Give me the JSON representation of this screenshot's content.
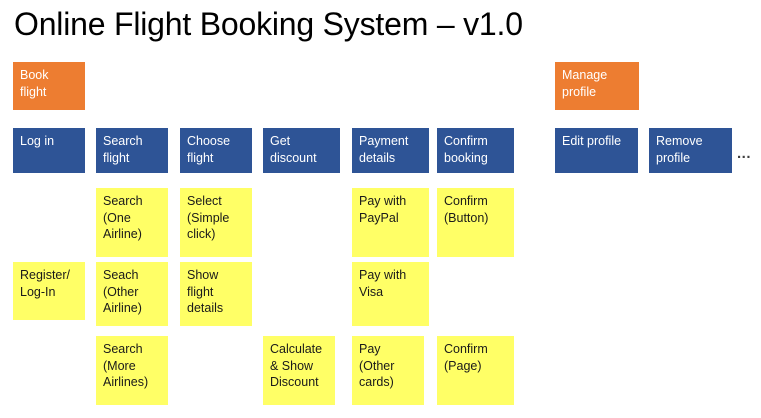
{
  "page": {
    "title": "Online Flight Booking System – v1.0",
    "background": "#ffffff"
  },
  "colors": {
    "orange": "#ED7D31",
    "blue": "#2E5496",
    "yellow": "#FFFF66",
    "text_light": "#FFFFFF",
    "text_dark": "#1a1a1a"
  },
  "epics": [
    {
      "id": "book-flight",
      "label": "Book flight"
    },
    {
      "id": "manage-profile",
      "label": "Manage profile"
    }
  ],
  "activities": [
    {
      "id": "log-in",
      "label": "Log in"
    },
    {
      "id": "search-flight",
      "label": "Search flight"
    },
    {
      "id": "choose-flight",
      "label": "Choose flight"
    },
    {
      "id": "get-discount",
      "label": "Get discount"
    },
    {
      "id": "payment-details",
      "label": "Payment details"
    },
    {
      "id": "confirm-booking",
      "label": "Confirm booking"
    },
    {
      "id": "edit-profile",
      "label": "Edit profile"
    },
    {
      "id": "remove-profile",
      "label": "Remove profile"
    }
  ],
  "overflow_marker": "...",
  "stories": [
    {
      "id": "search-one-airline",
      "label": "Search (One Airline)"
    },
    {
      "id": "select-simple-click",
      "label": "Select (Simple click)"
    },
    {
      "id": "pay-with-paypal",
      "label": "Pay with PayPal"
    },
    {
      "id": "confirm-button",
      "label": "Confirm (Button)"
    },
    {
      "id": "register-log-in",
      "label": "Register/ Log-In"
    },
    {
      "id": "seach-other-airline",
      "label": "Seach (Other Airline)"
    },
    {
      "id": "show-flight-details",
      "label": "Show flight details"
    },
    {
      "id": "pay-with-visa",
      "label": "Pay with Visa"
    },
    {
      "id": "search-more-airlines",
      "label": "Search (More Airlines)"
    },
    {
      "id": "calculate-show-discount",
      "label": "Calculate & Show Discount"
    },
    {
      "id": "pay-other-cards",
      "label": "Pay (Other cards)"
    },
    {
      "id": "confirm-page",
      "label": "Confirm (Page)"
    }
  ]
}
